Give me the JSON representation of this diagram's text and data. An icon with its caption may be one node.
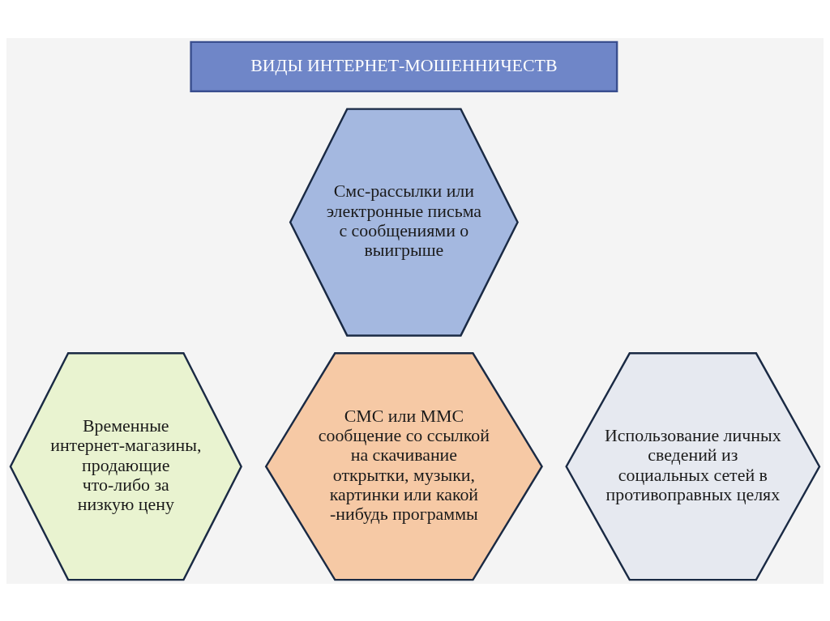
{
  "diagram": {
    "nodes": [
      {
        "text": [
          "ВИДЫ ИНТЕРНЕТ-МОШЕННИЧЕСТВ"
        ]
      },
      {
        "text": [
          "Смс-рассылки или электронные письма с сообщениями о выигрыше"
        ]
      },
      {
        "text": [
          "Временные интернет-магазины, продающие что-либо за низкую цену"
        ]
      },
      {
        "text": [
          "СМС или ММС сообщение со ссылкой на скачивание открытки, музыки, картинки или какой -нибудь программы"
        ]
      },
      {
        "text": [
          "Использование личных сведений из социальных сетей в противоправных целях"
        ]
      }
    ],
    "edges": []
  }
}
